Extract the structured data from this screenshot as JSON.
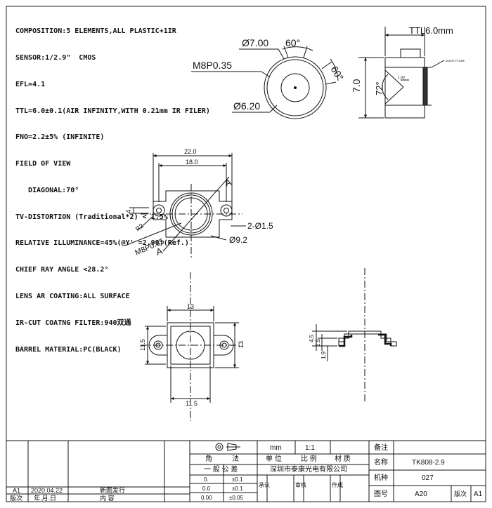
{
  "spec": {
    "lines": [
      "COMPOSITION:5 ELEMENTS,ALL PLASTIC+1IR",
      "SENSOR:1/2.9\"  CMOS",
      "EFL=4.1",
      "TTL=6.0±0.1(AIR INFINITY,WITH 0.21mm IR FILER)",
      "FNO=2.2±5% (INFINITE)",
      "FIELD OF VIEW",
      "DIAGONAL:70°",
      "TV-DISTORTION (Traditional*2) < 1.5%",
      "RELATIVE ILLUMINANCE=45%(@Y' =2.98)(Ref.)",
      "CHIEF RAY ANGLE <28.2°",
      "LENS AR COATING:ALL SURFACE",
      "IR-CUT COATNG FILTER:940双通",
      "BARREL MATERIAL:PC(BLACK)"
    ]
  },
  "lens_views": {
    "front": {
      "dia_outer": "Ø7.00",
      "angle_top": "60°",
      "angle_right": "60°",
      "thread": "M8P0.35",
      "dia_inner": "Ø6.20"
    },
    "side": {
      "ttl": "TTL6.0mm",
      "height": "7.0",
      "fov": "72°",
      "small_dim": "1.90",
      "image_plane": "IMAGE PLANE"
    }
  },
  "holder_top": {
    "width_outer": "22.0",
    "width_holes": "18.0",
    "dim_4": "4",
    "radius": "R2",
    "thread": "M8P0.35",
    "holes": "2-Ø1.5",
    "bore": "Ø9.2",
    "section_mark": "A"
  },
  "holder_bottom": {
    "width_top": "13",
    "height_left": "11.5",
    "height_right": "13",
    "width_bottom": "11.5"
  },
  "section_view": {
    "dim_a": "4.5",
    "dim_b": "2.5",
    "dim_c": "1.9"
  },
  "title_block": {
    "scale_label": "mm",
    "scale_value": "1:1",
    "header_labels": [
      "角",
      "法",
      "单 位",
      "比 例",
      "材 质"
    ],
    "remark_label": "备注",
    "tolerance_title": "一 般 公 差",
    "tolerance_rows": [
      {
        "value": "0.",
        "tol": "±0.1"
      },
      {
        "value": "0.0",
        "tol": "±0.1"
      },
      {
        "value": "0.00",
        "tol": "±0.05"
      }
    ],
    "company": "深圳市泰康光电有限公司",
    "approve_labels": [
      "承认",
      "审核",
      "作成"
    ],
    "name_label": "名称",
    "name_value": "TK808-2.9",
    "model_label": "机种",
    "model_value": "027",
    "drawing_label": "图号",
    "drawing_value": "A20",
    "version_label": "版次",
    "version_value": "A1",
    "revision": {
      "version": "A1",
      "date": "2020.04.22",
      "content": "新图发行"
    },
    "revision_headers": [
      "版次",
      "年.月.日",
      "内    容"
    ]
  }
}
